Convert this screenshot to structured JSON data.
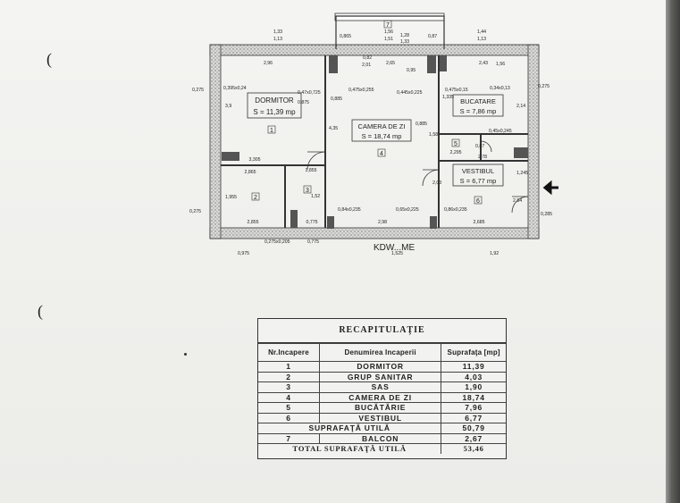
{
  "plan": {
    "rooms": [
      {
        "name": "DORMITOR",
        "area": "S = 11,39 mp",
        "num": "1"
      },
      {
        "name": "CAMERA DE ZI",
        "area": "S = 18,74 mp",
        "num": "4"
      },
      {
        "name": "BUCATARE",
        "area": "S = 7,86 mp",
        "num": ""
      },
      {
        "name": "VESTIBUL",
        "area": "S = 6,77 mp",
        "num": "6"
      }
    ],
    "small_nums": [
      "2",
      "3",
      "5",
      "7"
    ],
    "dims": {
      "top_left": "2,96",
      "top_mid": "2,65",
      "top_right": "2,43",
      "d1": "1,33",
      "d1b": "1,13",
      "d2": "1,56",
      "d2b": "1,51",
      "d3": "1,28",
      "d3b": "1,33",
      "d4": "1,44",
      "d4b": "1,13",
      "left1": "3,9",
      "left2": "1,955",
      "mid1": "4,35",
      "mid2": "1,58",
      "mid3": "1,335",
      "right1": "2,14",
      "right2": "1,245",
      "bot1": "2,855",
      "bot2": "0,775",
      "bot3": "2,98",
      "bot4": "2,685",
      "w1": "0,275",
      "w2": "0,275",
      "w3": "0,275",
      "w4": "0,285",
      "c1": "3,305",
      "c2": "2,865",
      "c3": "1,855",
      "c4": "2,295",
      "c5": "2,78",
      "o1": "0,395x0,24",
      "o2": "0,47x0,725",
      "o3": "0,475x0,255",
      "o4": "0,445x0,225",
      "o5": "0,475x0,15",
      "o6": "0,34x0,13",
      "o7": "0,84x0,235",
      "o8": "0,65x0,225",
      "o9": "0,86x0,235",
      "o10": "0,45x0,245",
      "b1": "0,275x0,205",
      "b2": "0,775",
      "b3": "1,525",
      "b4": "1,92",
      "b5": "0,975",
      "small1": "0,865",
      "small2": "0,87",
      "small3": "0,885",
      "small4": "0,885",
      "small5": "0,875",
      "small6": "2,84",
      "small7": "0,95",
      "small8": "1,56",
      "small9": "1,52",
      "small10": "0,87",
      "small11": "2,03",
      "small12": "0,82",
      "small13": "2,01"
    },
    "watermark": "KDW...ME"
  },
  "recap": {
    "title": "RECAPITULAŢIE",
    "headers": [
      "Nr.Incapere",
      "Denumirea Incaperii",
      "Suprafaţa [mp]"
    ],
    "rows": [
      {
        "nr": "1",
        "name": "DORMITOR",
        "area": "11,39"
      },
      {
        "nr": "2",
        "name": "GRUP SANITAR",
        "area": "4,03"
      },
      {
        "nr": "3",
        "name": "SAS",
        "area": "1,90"
      },
      {
        "nr": "4",
        "name": "CAMERA DE ZI",
        "area": "18,74"
      },
      {
        "nr": "5",
        "name": "BUCĂTĂRIE",
        "area": "7,96"
      },
      {
        "nr": "6",
        "name": "VESTIBUL",
        "area": "6,77"
      }
    ],
    "utila_label": "SUPRAFAŢĂ UTILĂ",
    "utila_value": "50,79",
    "balcon": {
      "nr": "7",
      "name": "BALCON",
      "area": "2,67"
    },
    "total_label": "TOTAL SUPRAFAŢĂ UTILĂ",
    "total_value": "53,46"
  },
  "marks": [
    "(",
    "("
  ]
}
